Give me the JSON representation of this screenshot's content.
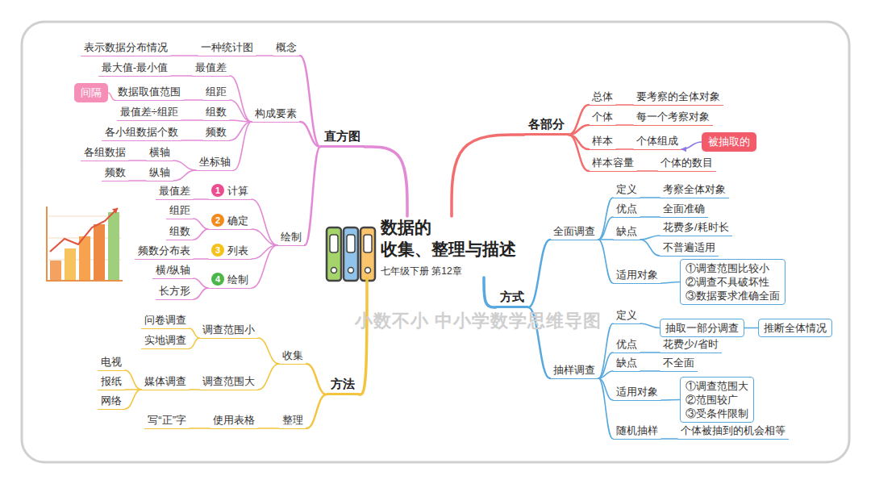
{
  "diagram": {
    "nodes": [
      {
        "text": [
          "数据的 收集、整理与描述",
          "七年级下册  第12章"
        ]
      },
      {
        "text": [
          "直方图"
        ]
      },
      {
        "text": [
          "概念"
        ]
      },
      {
        "text": [
          "构成要素"
        ]
      },
      {
        "text": [
          "绘制"
        ]
      },
      {
        "text": [
          "一种统计图"
        ]
      },
      {
        "text": [
          "表示数据分布情况"
        ]
      },
      {
        "text": [
          "最值差"
        ]
      },
      {
        "text": [
          "最大值-最小值"
        ]
      },
      {
        "text": [
          "组距"
        ]
      },
      {
        "text": [
          "数据取值范围"
        ]
      },
      {
        "text": [
          "间隔"
        ]
      },
      {
        "text": [
          "组数"
        ]
      },
      {
        "text": [
          "最值差÷组距"
        ]
      },
      {
        "text": [
          "频数"
        ]
      },
      {
        "text": [
          "各小组数据个数"
        ]
      },
      {
        "text": [
          "坐标轴"
        ]
      },
      {
        "text": [
          "横轴"
        ]
      },
      {
        "text": [
          "各组数据"
        ]
      },
      {
        "text": [
          "纵轴"
        ]
      },
      {
        "text": [
          "频数"
        ]
      },
      {
        "text": [
          "1",
          "计算"
        ]
      },
      {
        "text": [
          "最值差"
        ]
      },
      {
        "text": [
          "2",
          "确定"
        ]
      },
      {
        "text": [
          "组距"
        ]
      },
      {
        "text": [
          "组数"
        ]
      },
      {
        "text": [
          "3",
          "列表"
        ]
      },
      {
        "text": [
          "频数分布表"
        ]
      },
      {
        "text": [
          "4",
          "绘制"
        ]
      },
      {
        "text": [
          "横/纵轴"
        ]
      },
      {
        "text": [
          "长方形"
        ]
      },
      {
        "text": [
          "方法"
        ]
      },
      {
        "text": [
          "收集"
        ]
      },
      {
        "text": [
          "整理"
        ]
      },
      {
        "text": [
          "调查范围小"
        ]
      },
      {
        "text": [
          "问卷调查"
        ]
      },
      {
        "text": [
          "实地调查"
        ]
      },
      {
        "text": [
          "调查范围大"
        ]
      },
      {
        "text": [
          "媒体调查"
        ]
      },
      {
        "text": [
          "电视"
        ]
      },
      {
        "text": [
          "报纸"
        ]
      },
      {
        "text": [
          "网络"
        ]
      },
      {
        "text": [
          "使用表格"
        ]
      },
      {
        "text": [
          "写“正”字"
        ]
      },
      {
        "text": [
          "各部分"
        ]
      },
      {
        "text": [
          "总体"
        ]
      },
      {
        "text": [
          "要考察的全体对象"
        ]
      },
      {
        "text": [
          "个体"
        ]
      },
      {
        "text": [
          "每一个考察对象"
        ]
      },
      {
        "text": [
          "样本"
        ]
      },
      {
        "text": [
          "个体组成"
        ]
      },
      {
        "text": [
          "被抽取的"
        ]
      },
      {
        "text": [
          "样本容量"
        ]
      },
      {
        "text": [
          "个体的数目"
        ]
      },
      {
        "text": [
          "方式"
        ]
      },
      {
        "text": [
          "全面调查"
        ]
      },
      {
        "text": [
          "定义"
        ]
      },
      {
        "text": [
          "考察全体对象"
        ]
      },
      {
        "text": [
          "优点"
        ]
      },
      {
        "text": [
          "全面准确"
        ]
      },
      {
        "text": [
          "缺点"
        ]
      },
      {
        "text": [
          "花费多/耗时长"
        ]
      },
      {
        "text": [
          "不普遍适用"
        ]
      },
      {
        "text": [
          "适用对象"
        ]
      },
      {
        "text": [
          "①调查范围比较小",
          "②调查不具破坏性",
          "③数据要求准确全面"
        ]
      },
      {
        "text": [
          "抽样调查"
        ]
      },
      {
        "text": [
          "定义"
        ]
      },
      {
        "text": [
          "抽取一部分调查"
        ]
      },
      {
        "text": [
          "推断全体情况"
        ]
      },
      {
        "text": [
          "优点"
        ]
      },
      {
        "text": [
          "花费少/省时"
        ]
      },
      {
        "text": [
          "缺点"
        ]
      },
      {
        "text": [
          "不全面"
        ]
      },
      {
        "text": [
          "适用对象"
        ]
      },
      {
        "text": [
          "①调查范围大",
          "②范围较广",
          "③受条件限制"
        ]
      },
      {
        "text": [
          "随机抽样"
        ]
      },
      {
        "text": [
          "个体被抽到的机会相等"
        ]
      }
    ],
    "edges": [
      {
        "from": 0,
        "to": 1,
        "arrow": "none"
      },
      {
        "from": 1,
        "to": 2,
        "arrow": "none"
      },
      {
        "from": 1,
        "to": 3,
        "arrow": "none"
      },
      {
        "from": 1,
        "to": 4,
        "arrow": "none"
      },
      {
        "from": 2,
        "to": 5,
        "arrow": "none"
      },
      {
        "from": 5,
        "to": 6,
        "arrow": "none"
      },
      {
        "from": 3,
        "to": 7,
        "arrow": "none"
      },
      {
        "from": 7,
        "to": 8,
        "arrow": "none"
      },
      {
        "from": 3,
        "to": 9,
        "arrow": "none"
      },
      {
        "from": 9,
        "to": 10,
        "arrow": "none"
      },
      {
        "from": 10,
        "to": 11,
        "arrow": "none"
      },
      {
        "from": 3,
        "to": 12,
        "arrow": "none"
      },
      {
        "from": 12,
        "to": 13,
        "arrow": "none"
      },
      {
        "from": 3,
        "to": 14,
        "arrow": "none"
      },
      {
        "from": 14,
        "to": 15,
        "arrow": "none"
      },
      {
        "from": 3,
        "to": 16,
        "arrow": "none"
      },
      {
        "from": 16,
        "to": 17,
        "arrow": "none"
      },
      {
        "from": 17,
        "to": 18,
        "arrow": "none"
      },
      {
        "from": 16,
        "to": 19,
        "arrow": "none"
      },
      {
        "from": 19,
        "to": 20,
        "arrow": "none"
      },
      {
        "from": 4,
        "to": 21,
        "arrow": "none"
      },
      {
        "from": 21,
        "to": 22,
        "arrow": "none"
      },
      {
        "from": 4,
        "to": 23,
        "arrow": "none"
      },
      {
        "from": 23,
        "to": 24,
        "arrow": "none"
      },
      {
        "from": 23,
        "to": 25,
        "arrow": "none"
      },
      {
        "from": 4,
        "to": 26,
        "arrow": "none"
      },
      {
        "from": 26,
        "to": 27,
        "arrow": "none"
      },
      {
        "from": 4,
        "to": 28,
        "arrow": "none"
      },
      {
        "from": 28,
        "to": 29,
        "arrow": "none"
      },
      {
        "from": 28,
        "to": 30,
        "arrow": "none"
      },
      {
        "from": 0,
        "to": 31,
        "arrow": "none"
      },
      {
        "from": 31,
        "to": 32,
        "arrow": "none"
      },
      {
        "from": 31,
        "to": 33,
        "arrow": "none"
      },
      {
        "from": 32,
        "to": 34,
        "arrow": "none"
      },
      {
        "from": 34,
        "to": 35,
        "arrow": "none"
      },
      {
        "from": 34,
        "to": 36,
        "arrow": "none"
      },
      {
        "from": 32,
        "to": 37,
        "arrow": "none"
      },
      {
        "from": 37,
        "to": 38,
        "arrow": "none"
      },
      {
        "from": 38,
        "to": 39,
        "arrow": "none"
      },
      {
        "from": 38,
        "to": 40,
        "arrow": "none"
      },
      {
        "from": 38,
        "to": 41,
        "arrow": "none"
      },
      {
        "from": 33,
        "to": 42,
        "arrow": "none"
      },
      {
        "from": 42,
        "to": 43,
        "arrow": "none"
      },
      {
        "from": 0,
        "to": 44,
        "arrow": "none"
      },
      {
        "from": 44,
        "to": 45,
        "arrow": "none"
      },
      {
        "from": 45,
        "to": 46,
        "arrow": "none"
      },
      {
        "from": 44,
        "to": 47,
        "arrow": "none"
      },
      {
        "from": 47,
        "to": 48,
        "arrow": "none"
      },
      {
        "from": 44,
        "to": 49,
        "arrow": "none"
      },
      {
        "from": 49,
        "to": 50,
        "arrow": "none"
      },
      {
        "from": 51,
        "to": 50,
        "arrow": "to"
      },
      {
        "from": 44,
        "to": 52,
        "arrow": "none"
      },
      {
        "from": 52,
        "to": 53,
        "arrow": "none"
      },
      {
        "from": 0,
        "to": 54,
        "arrow": "none"
      },
      {
        "from": 54,
        "to": 55,
        "arrow": "none"
      },
      {
        "from": 55,
        "to": 56,
        "arrow": "none"
      },
      {
        "from": 56,
        "to": 57,
        "arrow": "none"
      },
      {
        "from": 55,
        "to": 58,
        "arrow": "none"
      },
      {
        "from": 58,
        "to": 59,
        "arrow": "none"
      },
      {
        "from": 55,
        "to": 60,
        "arrow": "none"
      },
      {
        "from": 60,
        "to": 61,
        "arrow": "none"
      },
      {
        "from": 60,
        "to": 62,
        "arrow": "none"
      },
      {
        "from": 55,
        "to": 63,
        "arrow": "none"
      },
      {
        "from": 63,
        "to": 64,
        "arrow": "none"
      },
      {
        "from": 54,
        "to": 65,
        "arrow": "none"
      },
      {
        "from": 65,
        "to": 66,
        "arrow": "none"
      },
      {
        "from": 66,
        "to": 67,
        "arrow": "none"
      },
      {
        "from": 67,
        "to": 68,
        "arrow": "none"
      },
      {
        "from": 65,
        "to": 69,
        "arrow": "none"
      },
      {
        "from": 69,
        "to": 70,
        "arrow": "none"
      },
      {
        "from": 65,
        "to": 71,
        "arrow": "none"
      },
      {
        "from": 71,
        "to": 72,
        "arrow": "none"
      },
      {
        "from": 65,
        "to": 73,
        "arrow": "none"
      },
      {
        "from": 73,
        "to": 74,
        "arrow": "none"
      },
      {
        "from": 65,
        "to": 75,
        "arrow": "none"
      },
      {
        "from": 75,
        "to": 76,
        "arrow": "none"
      }
    ],
    "labels": [
      "小数不小 中小学数学思维导图"
    ]
  }
}
